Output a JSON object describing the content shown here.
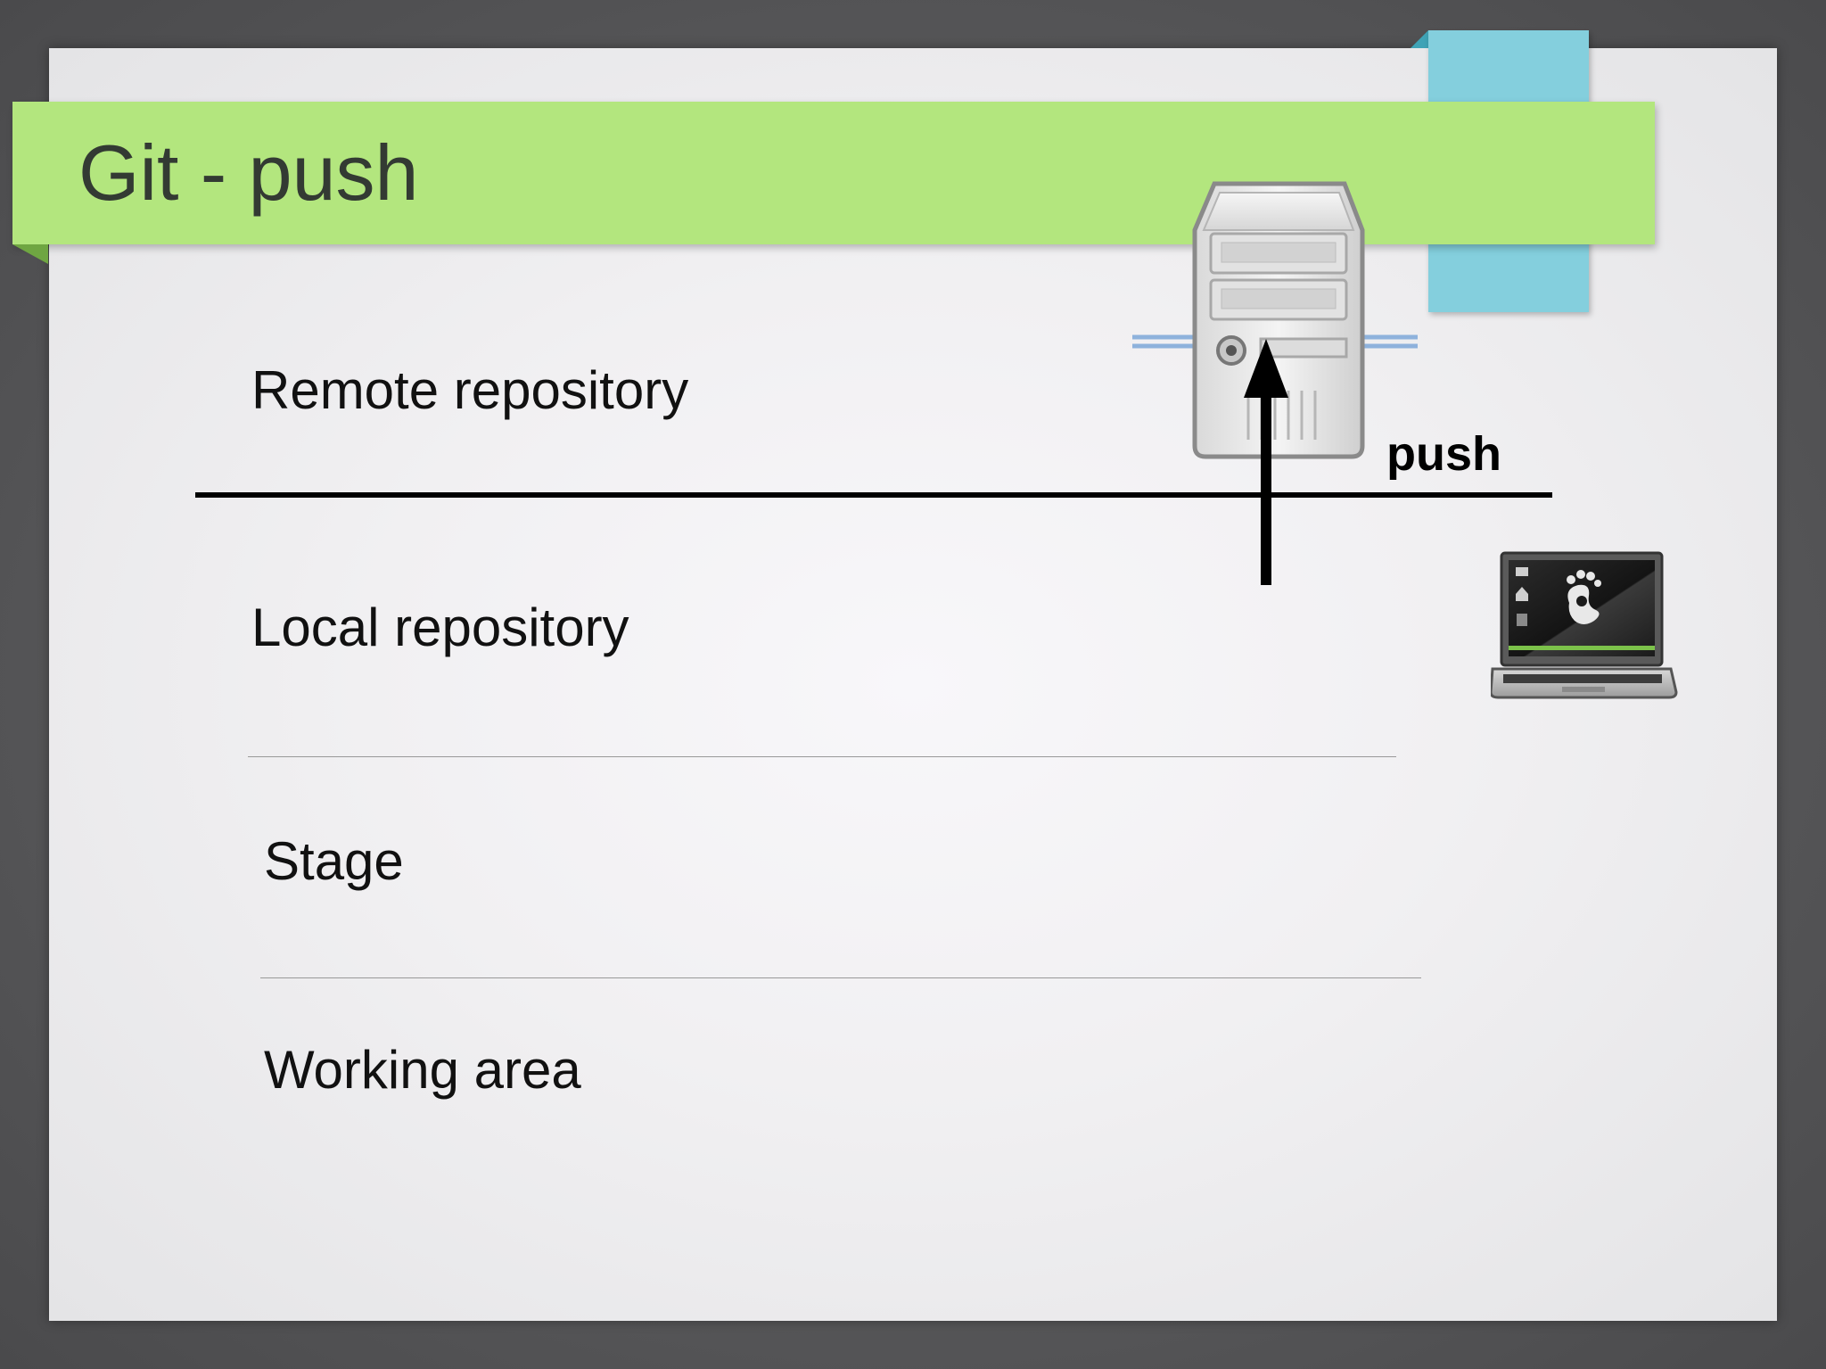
{
  "slide": {
    "title": "Git - push"
  },
  "layers": {
    "remote": "Remote repository",
    "local": "Local repository",
    "stage": "Stage",
    "working": "Working area"
  },
  "action": {
    "label": "push"
  },
  "icons": {
    "server": "server-icon",
    "laptop": "laptop-icon",
    "arrow": "arrow-up-icon"
  },
  "colors": {
    "title_band": "#b3e67e",
    "accent_tab": "#84cfdd",
    "title_text": "#333a33"
  }
}
